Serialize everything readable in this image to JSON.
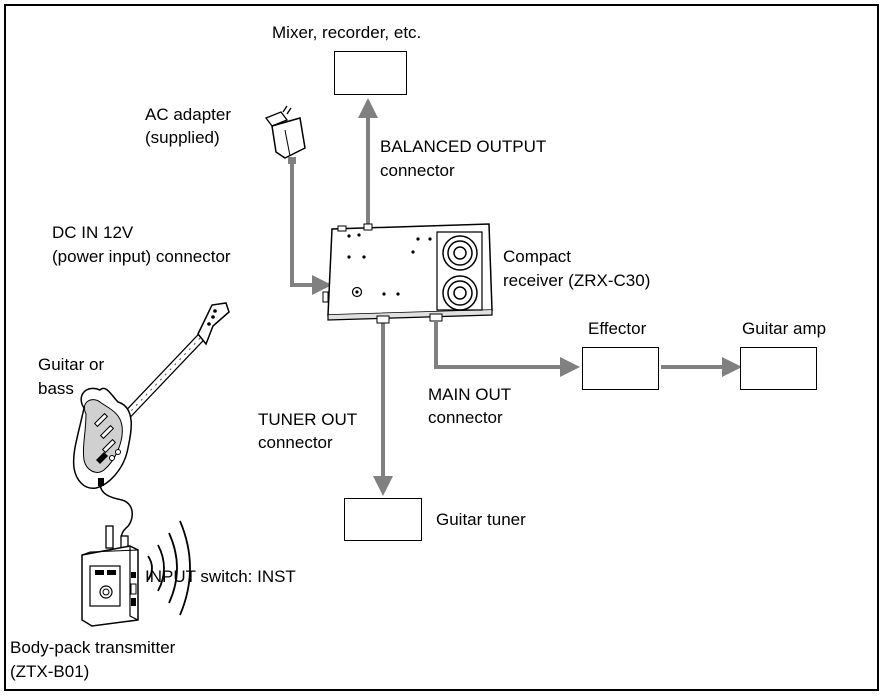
{
  "labels": {
    "mixer": "Mixer, recorder, etc.",
    "ac_adapter_1": "AC adapter",
    "ac_adapter_2": "(supplied)",
    "balanced_1": "BALANCED OUTPUT",
    "balanced_2": "connector",
    "dc_in_1": "DC IN 12V",
    "dc_in_2": "(power input) connector",
    "compact_1": "Compact",
    "compact_2": "receiver (ZRX-C30)",
    "effector": "Effector",
    "guitar_amp": "Guitar amp",
    "guitar_1": "Guitar or",
    "guitar_2": "bass",
    "main_out_1": "MAIN OUT",
    "main_out_2": "connector",
    "tuner_out_1": "TUNER OUT",
    "tuner_out_2": "connector",
    "guitar_tuner": "Guitar tuner",
    "input_switch": "INPUT switch: INST",
    "bodypack_1": "Body-pack transmitter",
    "bodypack_2": "(ZTX-B01)"
  },
  "colors": {
    "line": "#000000",
    "arrow": "#808080",
    "shade": "#cfcfcf"
  }
}
